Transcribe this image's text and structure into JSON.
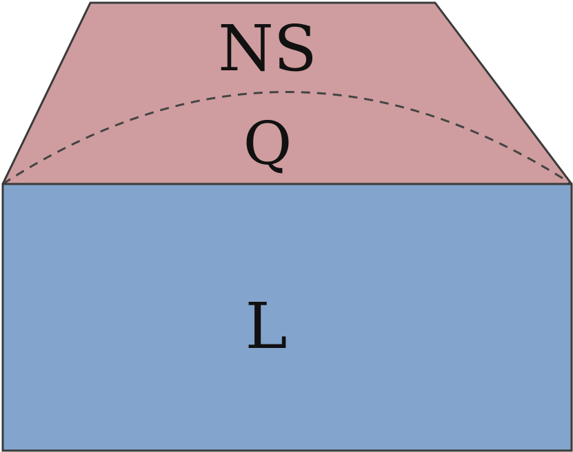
{
  "diagram": {
    "regions": {
      "top": {
        "label": "NS",
        "fill": "#cf9d9f"
      },
      "middle": {
        "label": "Q"
      },
      "bottom": {
        "label": "L",
        "fill": "#83a4cc"
      }
    },
    "stroke_color": "#3a3a3a",
    "dashed_boundary_color": "#444444"
  }
}
